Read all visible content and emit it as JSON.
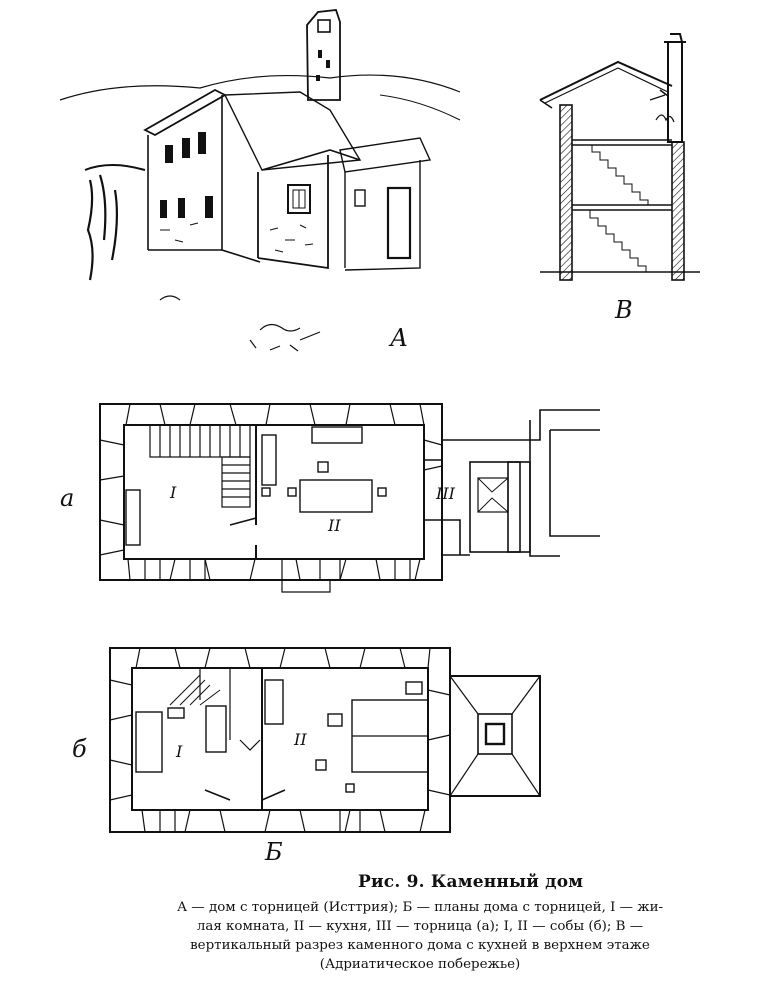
{
  "labels": {
    "sketch": "А",
    "section": "В",
    "plan_a": "а",
    "plan_b": "б",
    "plans": "Б",
    "room_1_a": "I",
    "room_2_a": "II",
    "room_3_a": "III",
    "room_1_b": "I",
    "room_2_b": "II"
  },
  "caption": {
    "title": "Рис. 9. Каменный дом",
    "lines": [
      "А — дом с торницей (Исттрия); Б — планы дома с торницей, I — жи-",
      "лая комната, II — кухня, III — торница (а); I, II — собы (б); В —",
      "вертикальный разрез каменного дома с кухней в верхнем этаже",
      "(Адриатическое побережье)"
    ]
  }
}
